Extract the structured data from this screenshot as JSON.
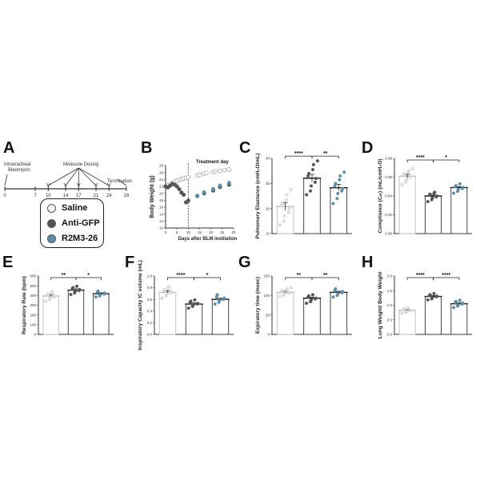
{
  "colors": {
    "saline": "#e0e0e0",
    "anti_gfp": "#555555",
    "r2m3": "#5f8fa8",
    "axis": "#333333"
  },
  "legend": [
    {
      "label": "Saline",
      "color": "#f4f4f4"
    },
    {
      "label": "Anti-GFP",
      "color": "#555555"
    },
    {
      "label": "R2M3-26",
      "color": "#5f8fa8"
    }
  ],
  "timeline": {
    "panel": "A",
    "ticks": [
      "0",
      "7",
      "10",
      "14",
      "17",
      "21",
      "24",
      "28"
    ],
    "start_label_1": "Intratracheal",
    "start_label_2": "Bleomycin",
    "dosing_label": "Molecule Dosing",
    "end_label": "Termination"
  },
  "chart_data": [
    {
      "panel": "B",
      "type": "scatter",
      "ylabel": "Body Weight (g)",
      "xlabel": "Days after BLM instilation",
      "annotation": "Treatment day",
      "treatment_day": 10,
      "xlim": [
        0,
        30
      ],
      "ylim": [
        10,
        28
      ],
      "xticks": [
        "0",
        "5",
        "10",
        "15",
        "20",
        "25",
        "30"
      ],
      "yticks": [
        "10",
        "12",
        "14",
        "16",
        "18",
        "20",
        "22",
        "24",
        "26",
        "28"
      ],
      "series": [
        {
          "color": "saline",
          "x": [
            0,
            1,
            2,
            3,
            4,
            5,
            6,
            7,
            8,
            9,
            10,
            14,
            15,
            17,
            18,
            21,
            22,
            24,
            26,
            28
          ],
          "y": [
            22,
            22.3,
            22.6,
            23,
            23.4,
            23.6,
            23.9,
            24.1,
            24.3,
            24.5,
            24.7,
            25.2,
            25.4,
            25.7,
            25.9,
            26.1,
            26.3,
            26.5,
            26.7,
            26.9
          ]
        },
        {
          "color": "anti_gfp",
          "x": [
            0,
            1,
            2,
            3,
            4,
            5,
            6,
            7,
            8,
            9,
            10,
            14,
            17,
            21,
            24,
            28
          ],
          "y": [
            22,
            21.7,
            22.2,
            22.7,
            22.5,
            22,
            21.2,
            20.2,
            19.6,
            17.4,
            17.9,
            19.2,
            20,
            20.8,
            21.8,
            22.5
          ]
        },
        {
          "color": "r2m3",
          "x": [
            14,
            17,
            21,
            24,
            28
          ],
          "y": [
            19.3,
            20.3,
            21.2,
            22.2,
            23
          ]
        }
      ]
    },
    {
      "panel": "C",
      "type": "bar",
      "ylabel": "Pulmonary Elastance (cmH₂O/mL)",
      "ylim": [
        10,
        40
      ],
      "yticks": [
        "10",
        "20",
        "30",
        "40"
      ],
      "values": [
        20.8,
        32.1,
        28.3
      ],
      "errors": [
        1.6,
        1.5,
        1.3
      ],
      "points": [
        [
          13.5,
          15,
          17,
          18.5,
          20,
          21,
          22,
          23.5,
          25.5,
          27.5
        ],
        [
          25.5,
          27,
          29,
          30.5,
          32,
          33,
          34,
          35.5,
          37.5,
          39
        ],
        [
          22,
          24,
          26,
          27,
          28,
          29,
          30,
          31.5,
          33,
          34.5
        ]
      ],
      "significance": [
        {
          "from": 0,
          "to": 1,
          "label": "****"
        },
        {
          "from": 1,
          "to": 2,
          "label": "**"
        }
      ]
    },
    {
      "panel": "D",
      "type": "bar",
      "ylabel": "Compliance (Cₛₜ) (mL/cmH₂O)",
      "ylim": [
        0,
        0.08
      ],
      "yticks": [
        "0.00",
        "0.02",
        "0.04",
        "0.06",
        "0.08"
      ],
      "values": [
        0.061,
        0.04,
        0.049
      ],
      "errors": [
        0.002,
        0.001,
        0.001
      ],
      "points": [
        [
          0.052,
          0.055,
          0.058,
          0.06,
          0.061,
          0.062,
          0.064,
          0.065,
          0.067,
          0.069
        ],
        [
          0.034,
          0.036,
          0.038,
          0.039,
          0.04,
          0.041,
          0.042,
          0.043,
          0.044
        ],
        [
          0.043,
          0.045,
          0.047,
          0.048,
          0.049,
          0.05,
          0.051,
          0.053
        ]
      ],
      "significance": [
        {
          "from": 0,
          "to": 1,
          "label": "****"
        },
        {
          "from": 1,
          "to": 2,
          "label": "*"
        }
      ]
    },
    {
      "panel": "E",
      "type": "bar",
      "ylabel": "Respiratory Rate (bpm)",
      "ylim": [
        0,
        600
      ],
      "yticks": [
        "0",
        "100",
        "200",
        "300",
        "400",
        "500",
        "600"
      ],
      "values": [
        395,
        455,
        418
      ],
      "errors": [
        15,
        14,
        10
      ],
      "points": [
        [
          340,
          360,
          375,
          385,
          395,
          405,
          415,
          425,
          440
        ],
        [
          410,
          425,
          440,
          450,
          460,
          470,
          480,
          495
        ],
        [
          385,
          395,
          405,
          415,
          425,
          435,
          445
        ]
      ],
      "significance": [
        {
          "from": 0,
          "to": 1,
          "label": "**"
        },
        {
          "from": 1,
          "to": 2,
          "label": "*"
        }
      ]
    },
    {
      "panel": "F",
      "type": "bar",
      "ylabel": "Inspiratory Capacity IC volume (mL)",
      "ylim": [
        0,
        1.0
      ],
      "yticks": [
        "0.0",
        "0.2",
        "0.4",
        "0.6",
        "0.8",
        "1.0"
      ],
      "values": [
        0.72,
        0.52,
        0.6
      ],
      "errors": [
        0.03,
        0.02,
        0.02
      ],
      "points": [
        [
          0.62,
          0.66,
          0.69,
          0.71,
          0.73,
          0.75,
          0.77,
          0.8,
          0.82
        ],
        [
          0.45,
          0.48,
          0.5,
          0.52,
          0.53,
          0.55,
          0.57,
          0.59
        ],
        [
          0.52,
          0.55,
          0.58,
          0.6,
          0.62,
          0.64,
          0.68
        ]
      ],
      "significance": [
        {
          "from": 0,
          "to": 1,
          "label": "****"
        },
        {
          "from": 1,
          "to": 2,
          "label": "*"
        }
      ]
    },
    {
      "panel": "G",
      "type": "bar",
      "ylabel": "Expiratory time (msec)",
      "ylim": [
        0,
        150
      ],
      "yticks": [
        "0",
        "50",
        "100",
        "150"
      ],
      "values": [
        108,
        93,
        108
      ],
      "errors": [
        3,
        3,
        3
      ],
      "points": [
        [
          98,
          101,
          104,
          106,
          108,
          110,
          112,
          114,
          117,
          120
        ],
        [
          80,
          84,
          88,
          91,
          93,
          96,
          99,
          102
        ],
        [
          96,
          100,
          104,
          107,
          110,
          113,
          117
        ]
      ],
      "significance": [
        {
          "from": 0,
          "to": 1,
          "label": "**"
        },
        {
          "from": 1,
          "to": 2,
          "label": "**"
        }
      ]
    },
    {
      "panel": "H",
      "type": "bar",
      "ylabel": "Lung Weight/ Body Weight",
      "ylim": [
        0,
        2.0
      ],
      "yticks": [
        "0.0",
        "0.5",
        "1.0",
        "1.5",
        "2.0"
      ],
      "values": [
        0.82,
        1.3,
        1.05
      ],
      "errors": [
        0.03,
        0.03,
        0.04
      ],
      "points": [
        [
          0.72,
          0.76,
          0.79,
          0.81,
          0.83,
          0.85,
          0.88,
          0.9
        ],
        [
          1.18,
          1.22,
          1.26,
          1.29,
          1.31,
          1.33,
          1.36,
          1.4
        ],
        [
          0.92,
          0.97,
          1.01,
          1.04,
          1.07,
          1.1,
          1.13,
          1.17
        ]
      ],
      "significance": [
        {
          "from": 0,
          "to": 1,
          "label": "****"
        },
        {
          "from": 1,
          "to": 2,
          "label": "****"
        }
      ]
    }
  ]
}
